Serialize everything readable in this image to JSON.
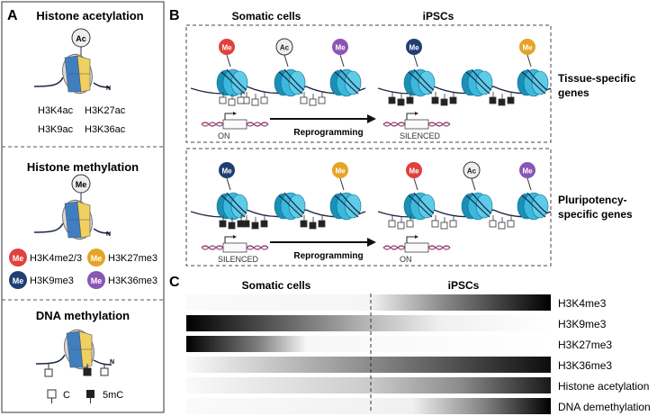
{
  "colors": {
    "nucleosome": "#3bb8dc",
    "nucleosome_dark": "#1b8fb5",
    "dna": "#1d2b45",
    "me_red": "#e0413c",
    "me_yellow": "#e6a324",
    "me_navy": "#1f3f73",
    "me_purple": "#8a56b5",
    "ac_fill": "#eeeeee",
    "gene_red": "#b5283a",
    "gene_purple": "#7a5ba6",
    "gradient_dark": "#000000",
    "gradient_light": "#ffffff"
  },
  "panel_a": {
    "label": "A",
    "acetylation": {
      "title": "Histone acetylation",
      "mark": "Ac",
      "marks": [
        "H3K4ac",
        "H3K27ac",
        "H3K9ac",
        "H3K36ac"
      ]
    },
    "methylation": {
      "title": "Histone methylation",
      "mark": "Me",
      "legend": [
        {
          "badge": "Me",
          "label": "H3K4me2/3",
          "color": "me_red"
        },
        {
          "badge": "Me",
          "label": "H3K27me3",
          "color": "me_yellow"
        },
        {
          "badge": "Me",
          "label": "H3K9me3",
          "color": "me_navy"
        },
        {
          "badge": "Me",
          "label": "H3K36me3",
          "color": "me_purple"
        }
      ]
    },
    "dna_methylation": {
      "title": "DNA methylation",
      "legend_unmethylated": "C",
      "legend_methylated": "5mC"
    },
    "n_terminus": "N"
  },
  "panel_b": {
    "label": "B",
    "col_somatic": "Somatic cells",
    "col_ipsc": "iPSCs",
    "tissue": {
      "row_label_line1": "Tissue-specific",
      "row_label_line2": "genes",
      "somatic_marks": [
        {
          "text": "Me",
          "color": "me_red"
        },
        {
          "text": "Ac",
          "color": "ac_fill"
        },
        {
          "text": "Me",
          "color": "me_purple"
        }
      ],
      "ipsc_marks": [
        {
          "text": "Me",
          "color": "me_navy"
        },
        {
          "text": "Me",
          "color": "me_yellow"
        }
      ],
      "somatic_state": "ON",
      "ipsc_state": "SILENCED",
      "arrow_label": "Reprogramming"
    },
    "pluri": {
      "row_label_line1": "Pluripotency-",
      "row_label_line2": "specific genes",
      "somatic_marks": [
        {
          "text": "Me",
          "color": "me_navy"
        },
        {
          "text": "Me",
          "color": "me_yellow"
        }
      ],
      "ipsc_marks": [
        {
          "text": "Me",
          "color": "me_red"
        },
        {
          "text": "Ac",
          "color": "ac_fill"
        },
        {
          "text": "Me",
          "color": "me_purple"
        }
      ],
      "somatic_state": "SILENCED",
      "ipsc_state": "ON",
      "arrow_label": "Reprogramming"
    }
  },
  "panel_c": {
    "label": "C",
    "col_somatic": "Somatic cells",
    "col_ipsc": "iPSCs",
    "rows": [
      {
        "label": "H3K4me3",
        "profile": [
          [
            0,
            0.02
          ],
          [
            0.5,
            0.04
          ],
          [
            0.7,
            0.45
          ],
          [
            1,
            1
          ]
        ]
      },
      {
        "label": "H3K9me3",
        "profile": [
          [
            0,
            1
          ],
          [
            0.5,
            0.28
          ],
          [
            0.7,
            0.06
          ],
          [
            1,
            0
          ]
        ]
      },
      {
        "label": "H3K27me3",
        "profile": [
          [
            0,
            1
          ],
          [
            0.2,
            0.5
          ],
          [
            0.33,
            0.03
          ],
          [
            1,
            0
          ]
        ]
      },
      {
        "label": "H3K36me3",
        "profile": [
          [
            0,
            0.02
          ],
          [
            0.5,
            0.45
          ],
          [
            0.75,
            0.7
          ],
          [
            1,
            0.95
          ]
        ]
      },
      {
        "label": "Histone acetylation",
        "profile": [
          [
            0,
            0.02
          ],
          [
            0.5,
            0.2
          ],
          [
            0.75,
            0.45
          ],
          [
            1,
            0.9
          ]
        ]
      },
      {
        "label": "DNA demethylation",
        "profile": [
          [
            0,
            0.02
          ],
          [
            0.62,
            0.06
          ],
          [
            0.82,
            0.5
          ],
          [
            1,
            1
          ]
        ]
      }
    ]
  }
}
